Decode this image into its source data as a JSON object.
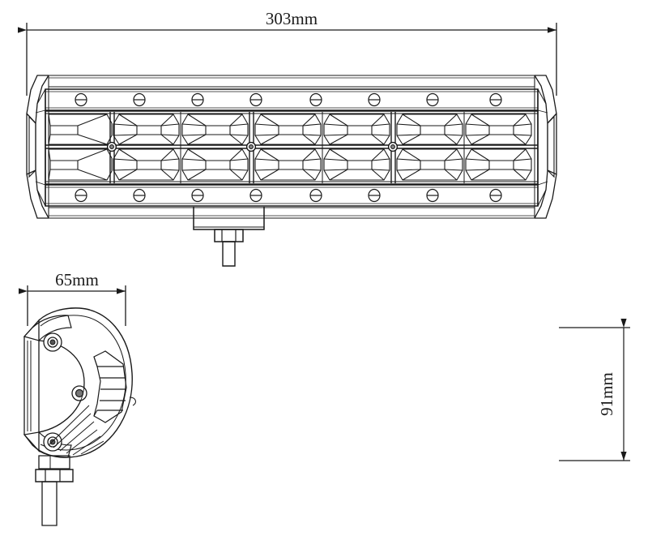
{
  "drawing": {
    "title": "LED light bar technical drawing",
    "units": "mm",
    "line_color": "#1a1a1a",
    "background_color": "#ffffff"
  },
  "dimensions": {
    "length": {
      "value": "303",
      "unit": "mm",
      "label": "303mm",
      "orientation": "horizontal",
      "view": "front"
    },
    "width": {
      "value": "65",
      "unit": "mm",
      "label": "65mm",
      "orientation": "horizontal",
      "view": "side-left"
    },
    "height": {
      "value": "91",
      "unit": "mm",
      "label": "91mm",
      "orientation": "vertical",
      "view": "side-right"
    }
  },
  "views": {
    "front": {
      "name": "front-view",
      "led_rows": 2,
      "led_cells_per_row": 8,
      "modules": 4,
      "top_screws": 8,
      "bottom_screws": 8,
      "mid_rail_screws": 3,
      "has_mounting_bracket": true,
      "has_stud_bolt": true
    },
    "side_left": {
      "name": "side-view-left",
      "bolt_holes": 3,
      "has_heatsink_fins": true,
      "has_mounting_stud": true
    },
    "side_right": {
      "name": "side-view-right",
      "bolt_holes": 3,
      "has_heatsink_fins": true,
      "has_mounting_stud": true
    }
  }
}
